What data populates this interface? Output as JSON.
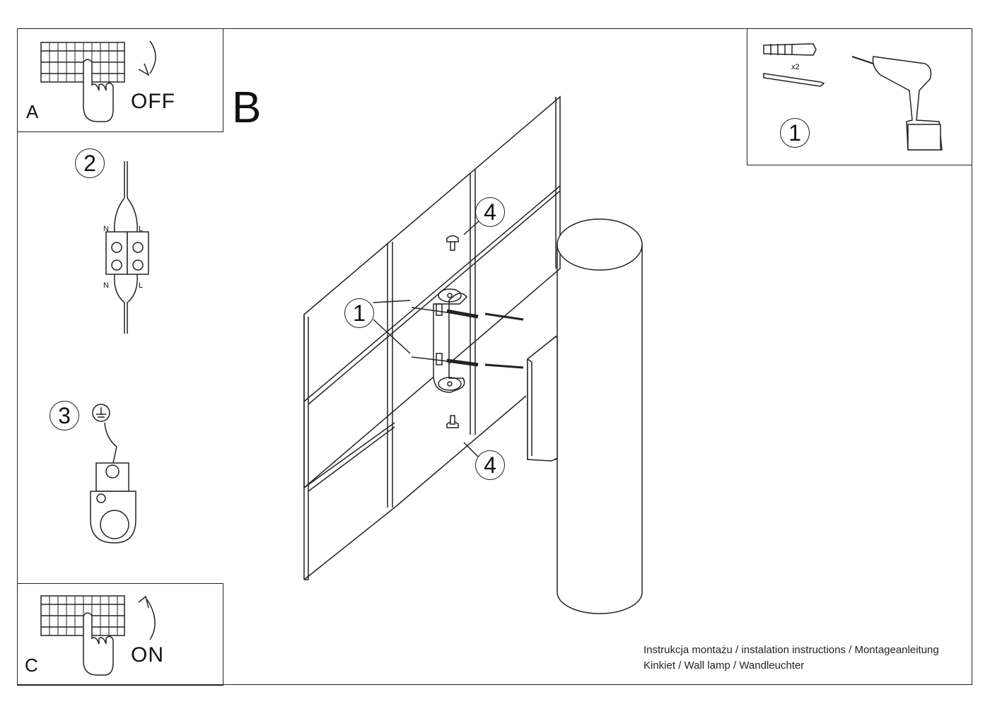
{
  "panels": {
    "a": {
      "letter": "A",
      "state": "OFF"
    },
    "c": {
      "letter": "C",
      "state": "ON"
    },
    "main": {
      "letter": "B"
    },
    "tools": {
      "step": "1",
      "qty": "x2"
    }
  },
  "steps": {
    "wiring": "2",
    "earth": "3",
    "drill_callout": "1",
    "screw_top": "4",
    "screw_bottom": "4"
  },
  "terminal_labels": {
    "n_top": "N",
    "l_top": "L",
    "n_bottom": "N",
    "l_bottom": "L"
  },
  "footer": {
    "line1": "Instrukcja montażu / instalation instructions / Montageanleitung",
    "line2": "Kinkiet / Wall lamp / Wandleuchter"
  },
  "icons": [
    "breaker-panel-icon",
    "hand-icon",
    "curved-arrow-down-icon",
    "curved-arrow-up-icon",
    "wall-plug-icon",
    "screw-icon",
    "drill-icon",
    "terminal-block-icon",
    "earth-symbol-icon",
    "earth-terminal-icon",
    "mounting-bracket-icon",
    "cylinder-lamp-icon"
  ]
}
